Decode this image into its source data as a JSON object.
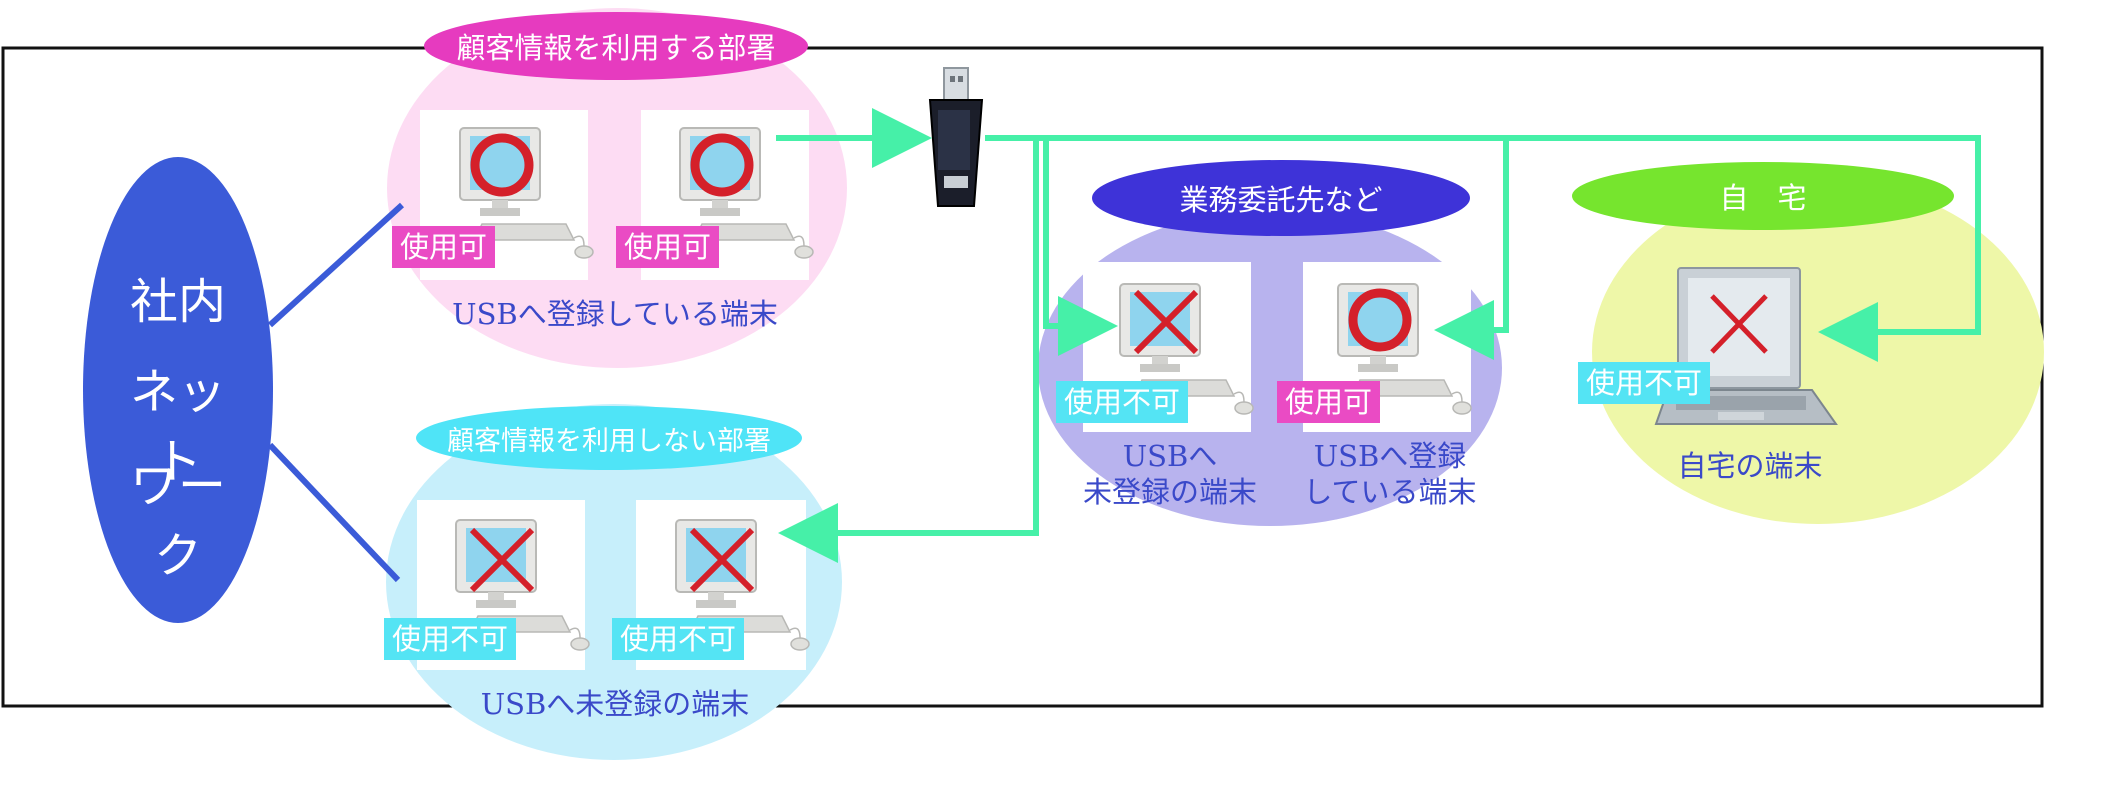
{
  "network": {
    "line1": "社内",
    "line2": "ネット",
    "line3": "ワーク"
  },
  "groups": {
    "using_dept": "顧客情報を利用する部署",
    "not_using_dept": "顧客情報を利用しない部署",
    "contractor": "業務委託先など",
    "home": "自　宅"
  },
  "status": {
    "ok": "使用可",
    "ng": "使用不可"
  },
  "captions": {
    "using_dept": "USBへ登録している端末",
    "not_using_dept": "USBへ未登録の端末",
    "contractor_unregistered_1": "USBへ",
    "contractor_unregistered_2": "未登録の端末",
    "contractor_registered_1": "USBへ登録",
    "contractor_registered_2": "している端末",
    "home": "自宅の端末"
  },
  "colors": {
    "network": "#3b5bd8",
    "pink_group": "#fddcf3",
    "blue_group": "#c7effb",
    "purple_group": "#b8b3ee",
    "yellow_group": "#eef7a8",
    "connector": "#46f0a8",
    "ok_mark": "#d4202a",
    "ng_mark": "#d4202a"
  },
  "icons": [
    "usb-drive-icon",
    "desktop-computer-icon",
    "laptop-computer-icon",
    "circle-ok-icon",
    "cross-ng-icon"
  ]
}
